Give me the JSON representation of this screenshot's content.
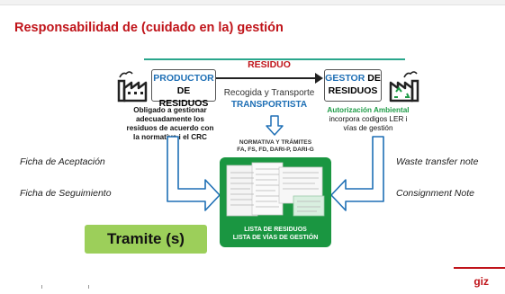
{
  "title": "Responsabilidad de (cuidado en la) gestión",
  "productor": {
    "line1": "PRODUCTOR",
    "line2": "DE RESIDUOS",
    "description": [
      "Obligado a gestionar",
      "adecuadamente los",
      "residuos de acuerdo con",
      "la normativa i el CRC"
    ]
  },
  "gestor": {
    "line1a": "GESTOR",
    "line1b": " DE",
    "line2": "RESIDUOS",
    "auth": "Autorización Ambiental",
    "description": [
      "incorpora codigos LER i",
      "vías de gestión"
    ]
  },
  "center": {
    "residuo": "RESIDUO",
    "transport": "Recogida y Transporte",
    "transportista": "TRANSPORTISTA",
    "normativa1": "NORMATIVA Y TRÁMITES",
    "normativa2": "FA, FS, FD, DARI-P, DARI-G",
    "list1": "LISTA DE RESIDUOS",
    "list2": "LISTA DE VÍAS DE GESTIÓN"
  },
  "left_labels": [
    "Ficha de Aceptación",
    "Ficha de Seguimiento"
  ],
  "right_labels": [
    "Waste transfer note",
    "Consignment Note"
  ],
  "tramite": "Tramite (s)",
  "brand": "giz",
  "colors": {
    "title_red": "#c0141a",
    "blue": "#1e6fb5",
    "green": "#1a9641",
    "teal": "#2aa68c",
    "lime": "#9ccf5a"
  }
}
